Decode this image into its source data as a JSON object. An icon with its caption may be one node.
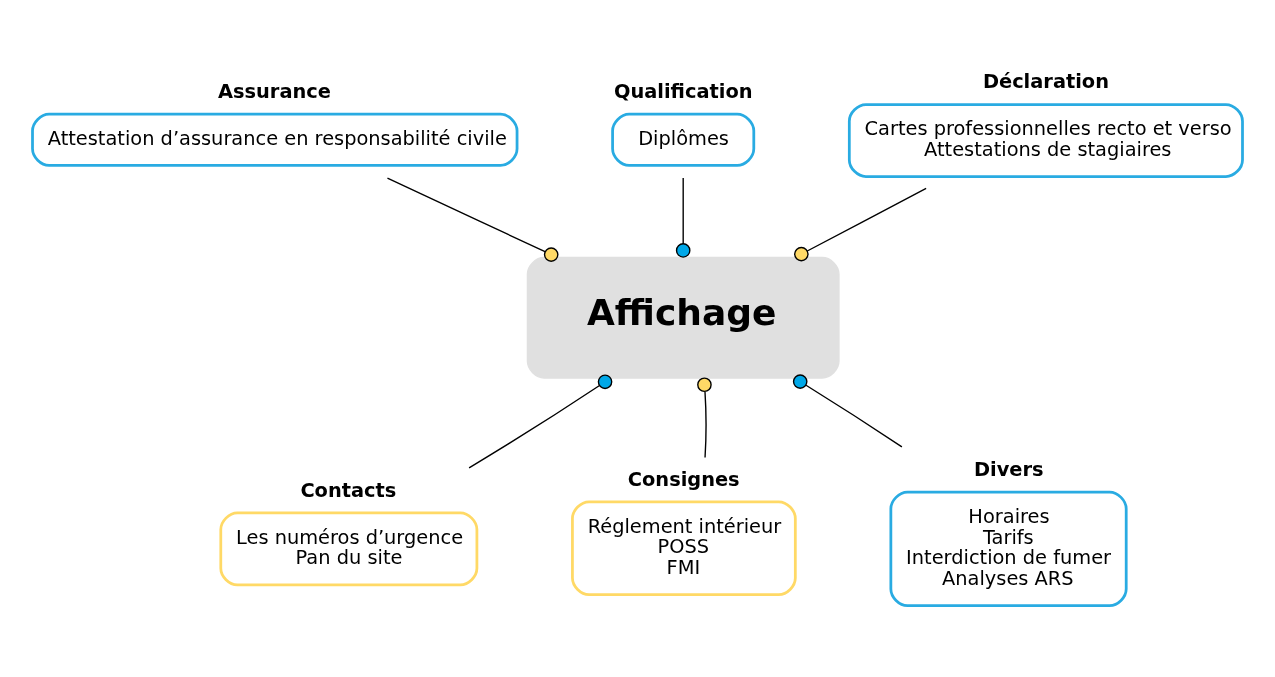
{
  "diagram": {
    "nodes": [
      {
        "text": [
          "Affichage"
        ]
      },
      {
        "text": [
          "Assurance",
          "Attestation d’assurance en responsabilité civile"
        ]
      },
      {
        "text": [
          "Qualification",
          "Diplômes"
        ]
      },
      {
        "text": [
          "Déclaration",
          "Cartes professionnelles recto et verso",
          "Attestations de stagiaires"
        ]
      },
      {
        "text": [
          "Contacts",
          "Les numéros d’urgence",
          "Pan du site"
        ]
      },
      {
        "text": [
          "Consignes",
          "Réglement intérieur",
          "POSS",
          "FMI"
        ]
      },
      {
        "text": [
          "Divers",
          "Horaires",
          "Tarifs",
          "Interdiction de fumer",
          "Analyses ARS"
        ]
      }
    ],
    "edges": [
      {
        "from": 1,
        "to": 0,
        "arrow": "other"
      },
      {
        "from": 2,
        "to": 0,
        "arrow": "other"
      },
      {
        "from": 3,
        "to": 0,
        "arrow": "other"
      },
      {
        "from": 4,
        "to": 0,
        "arrow": "other"
      },
      {
        "from": 5,
        "to": 0,
        "arrow": "other"
      },
      {
        "from": 6,
        "to": 0,
        "arrow": "other"
      }
    ]
  }
}
